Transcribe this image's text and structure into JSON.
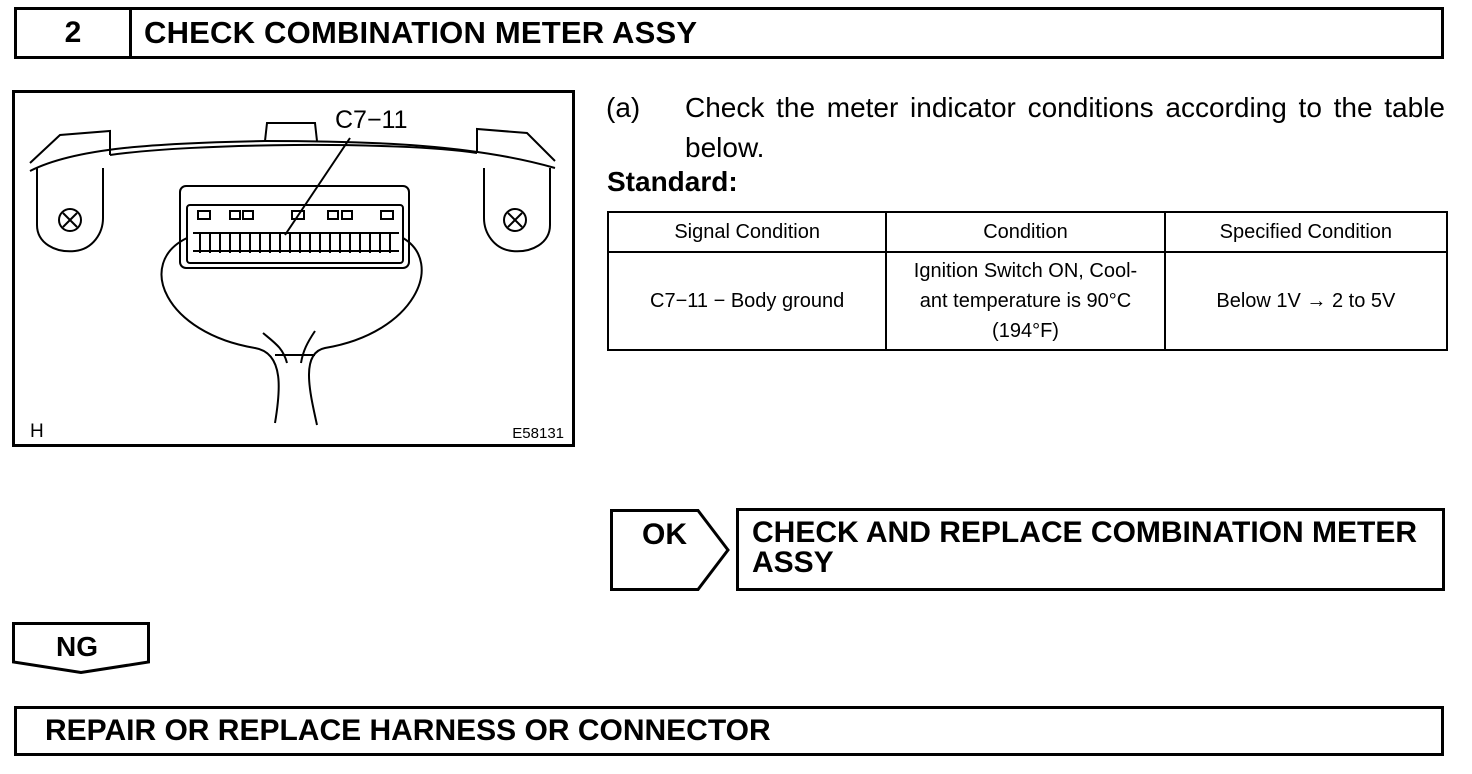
{
  "step": {
    "number": "2",
    "title": "CHECK COMBINATION METER ASSY"
  },
  "figure": {
    "connector_label": "C7−11",
    "code_left": "H",
    "code_right": "E58131"
  },
  "instruction": {
    "mark": "(a)",
    "text": "Check the meter indicator conditions according to the table below."
  },
  "standard_label": "Standard:",
  "table": {
    "headers": [
      "Signal Condition",
      "Condition",
      "Specified Condition"
    ],
    "rows": [
      {
        "signal": "C7−11 − Body ground",
        "condition_line1": "Ignition Switch ON, Cool-",
        "condition_line2": "ant temperature is 90°C",
        "condition_line3": "(194°F)",
        "specified": "Below 1V → 2 to 5V"
      }
    ]
  },
  "ok": {
    "label": "OK",
    "result_line1": "CHECK AND REPLACE COMBINATION METER",
    "result_line2": "ASSY"
  },
  "ng": {
    "label": "NG",
    "result": "REPAIR OR REPLACE HARNESS OR CONNECTOR"
  }
}
